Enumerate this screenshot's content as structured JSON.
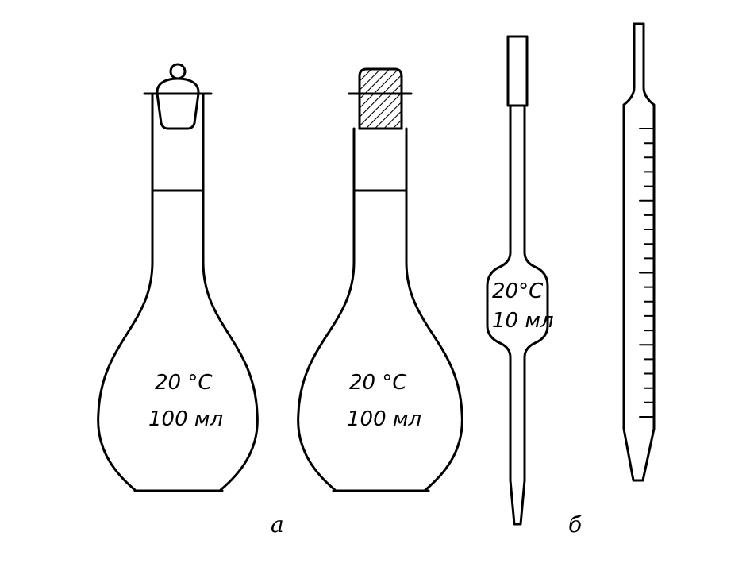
{
  "flask_left": {
    "temp_label": "20 °C",
    "volume_label": "100 мл"
  },
  "flask_right": {
    "temp_label": "20 °C",
    "volume_label": "100 мл"
  },
  "pipette_volumetric": {
    "temp_label": "20°C",
    "volume_label": "10 мл"
  },
  "caption_a": "а",
  "caption_b": "б"
}
